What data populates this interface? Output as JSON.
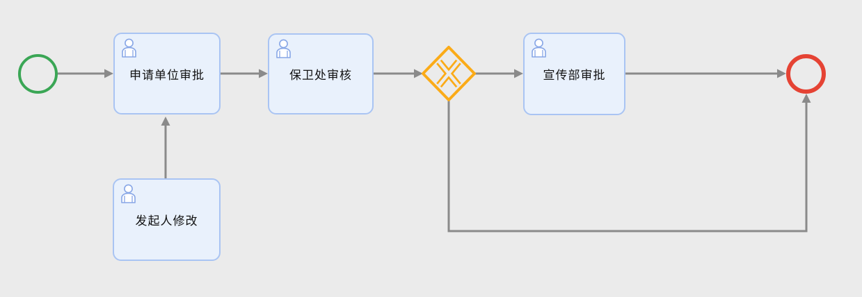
{
  "diagram": {
    "type": "bpmn-process",
    "background": "#ebebeb",
    "connector_color": "#8a8a8a",
    "task_style": {
      "fill": "#e9f1fc",
      "border": "#a9c4f3",
      "label_color": "#111111"
    },
    "nodes": [
      {
        "id": "start-event",
        "kind": "start-event",
        "color": "#3aa655"
      },
      {
        "id": "task-apply-unit-approval",
        "kind": "user-task",
        "label": "申请单位审批",
        "icon": "user-icon"
      },
      {
        "id": "task-security-office-review",
        "kind": "user-task",
        "label": "保卫处审核",
        "icon": "user-icon"
      },
      {
        "id": "exclusive-gateway",
        "kind": "exclusive-gateway",
        "symbol": "X",
        "color": "#fbab18"
      },
      {
        "id": "task-publicity-dept-approval",
        "kind": "user-task",
        "label": "宣传部审批",
        "icon": "user-icon"
      },
      {
        "id": "task-initiator-modify",
        "kind": "user-task",
        "label": "发起人修改",
        "icon": "user-icon"
      },
      {
        "id": "end-event",
        "kind": "end-event",
        "color": "#e54334"
      }
    ],
    "flows": [
      {
        "from": "start-event",
        "to": "task-apply-unit-approval"
      },
      {
        "from": "task-apply-unit-approval",
        "to": "task-security-office-review"
      },
      {
        "from": "task-security-office-review",
        "to": "exclusive-gateway"
      },
      {
        "from": "exclusive-gateway",
        "to": "task-publicity-dept-approval"
      },
      {
        "from": "task-publicity-dept-approval",
        "to": "end-event"
      },
      {
        "from": "exclusive-gateway",
        "to": "end-event"
      },
      {
        "from": "task-initiator-modify",
        "to": "task-apply-unit-approval"
      }
    ]
  }
}
